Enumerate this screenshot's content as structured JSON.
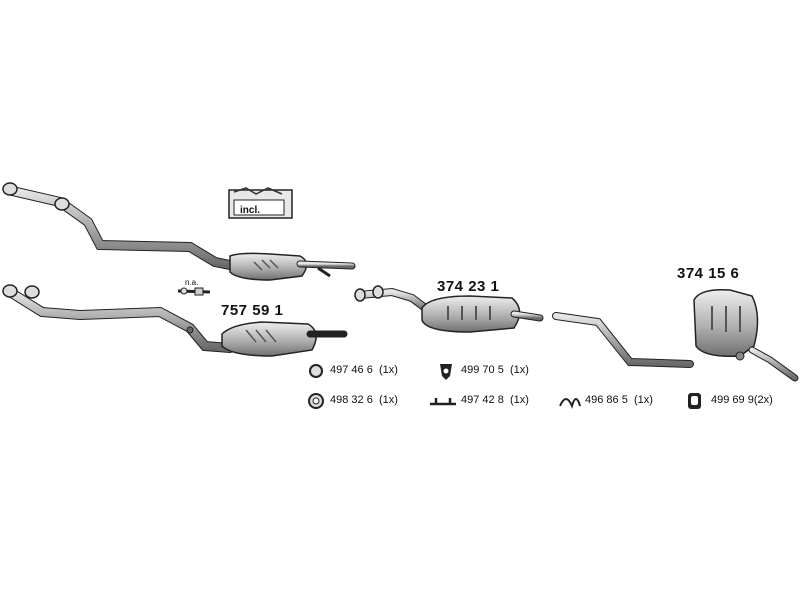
{
  "parts_labels": {
    "cat_upper_incl": "incl.",
    "na_label": "n.a.",
    "cat_lower": "757 59 1",
    "middle_muffler": "374 23 1",
    "rear_muffler": "374 15 6"
  },
  "hardware": [
    {
      "code": "497 46 6",
      "qty": "(1x)",
      "icon": "ring-icon"
    },
    {
      "code": "499 70 5",
      "qty": "(1x)",
      "icon": "rubber-hanger-icon"
    },
    {
      "code": "498 32 6",
      "qty": "(1x)",
      "icon": "seal-ring-icon"
    },
    {
      "code": "497 42 8",
      "qty": "(1x)",
      "icon": "bolt-icon"
    },
    {
      "code": "496 86 5",
      "qty": "(1x)",
      "icon": "clamp-icon"
    },
    {
      "code": "499 69 9",
      "qty": "(2x)",
      "icon": "rubber-mount-icon"
    }
  ],
  "colors": {
    "pipe": "#b8b8b8",
    "outline": "#222222",
    "shade": "#6a6a6a"
  }
}
